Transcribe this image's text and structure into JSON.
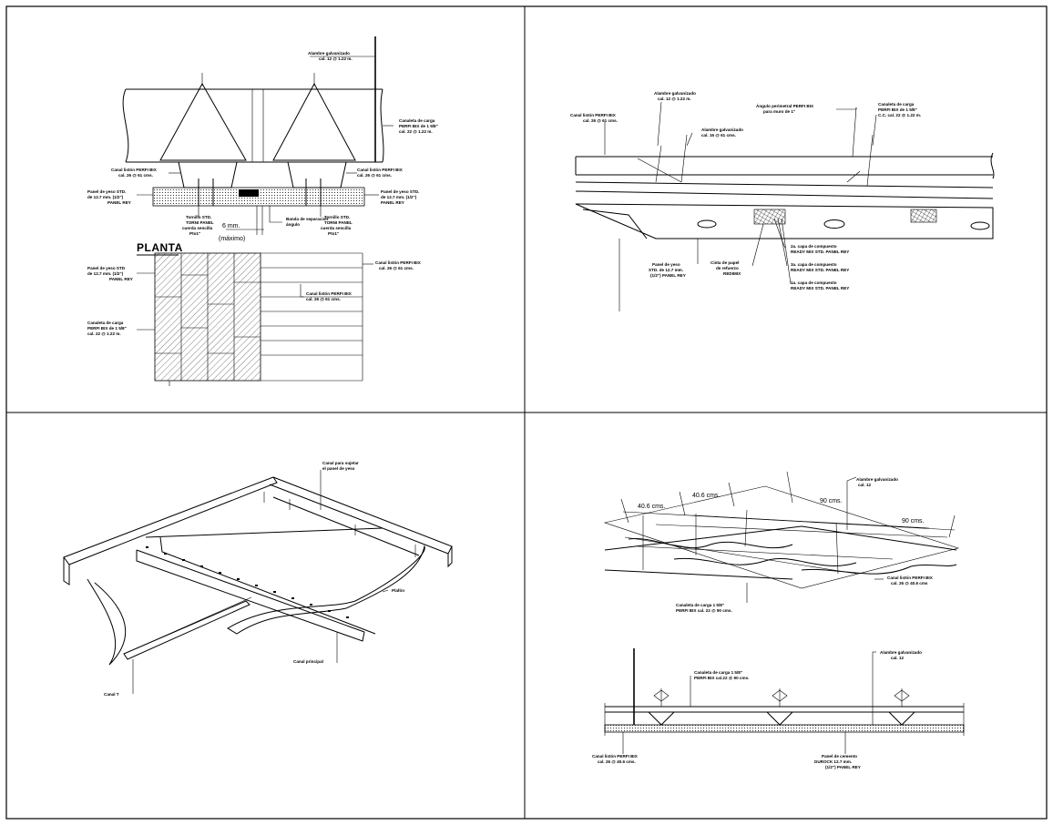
{
  "sheet": {
    "colors": {
      "line": "#000000",
      "paper": "#ffffff",
      "hatch": "#000000"
    }
  },
  "panel1": {
    "title": "PLANTA",
    "labels": {
      "alambre": "Alambre galvanizado",
      "alambre_sub": "cal. 12 @ 1.22 m.",
      "canaleta": "Canaleta de carga",
      "canaleta_sub1": "PERFI BIX de 1 5/8\"",
      "canaleta_sub2": "cal. 22 @ 1.22 m.",
      "canal_left": "Canal listón PERFI BIX",
      "canal_left_sub": "cal. 26 @ 61 cms.",
      "canal_right": "Canal listón PERFI BIX",
      "canal_right_sub": "cal. 26 @ 61 cms.",
      "panel_left": "Panel de yeso STD.",
      "panel_left_sub1": "de 12.7 mm. (1/2\")",
      "panel_left_sub2": "PANEL REY",
      "panel_right": "Panel de yeso STD.",
      "panel_right_sub1": "de 12.7 mm. (1/2\")",
      "panel_right_sub2": "PANEL REY",
      "tornillo_left": "Tornillo STD.",
      "tornillo_left_sub1": "TORNI PANEL",
      "tornillo_left_sub2": "cuerda sencilla",
      "tornillo_left_sub3": "Pto1\"",
      "banda": "Banda de separación",
      "banda_sub": "ángulo",
      "tornillo_right": "Tornillo STD.",
      "tornillo_right_sub1": "TORNI PANEL",
      "tornillo_right_sub2": "cuerda sencilla",
      "tornillo_right_sub3": "Pto1\"",
      "dim_max": "6 mm.",
      "dim_max_sub": "(máximo)",
      "plan_panel": "Panel de yeso STD",
      "plan_panel_sub1": "de 12.7 mm. (1/2\")",
      "plan_panel_sub2": "PANEL REY",
      "plan_canaleta": "Canaleta de carga",
      "plan_canaleta_sub1": "PERFI BIX de 1 5/8\"",
      "plan_canaleta_sub2": "cal. 22 @ 1.22 m.",
      "plan_canal_r": "Canal listón PERFI BIX",
      "plan_canal_r_sub": "cal. 26 @ 61 cms.",
      "plan_canal_m": "Canal listón PERFI BIX",
      "plan_canal_m_sub": "cal. 26 @ 61 cms."
    }
  },
  "panel2": {
    "labels": {
      "canal_liston": "Canal listón PERFI BIX",
      "canal_liston_sub": "cal. 26 @ 61 cms.",
      "alambre": "Alambre galvanizado",
      "alambre_sub": "cal. 12 @ 1.22 m.",
      "alambre2": "Alambre galvanizado",
      "alambre2_sub": "cal. 16 @ 61 cms.",
      "angulo": "Ángulo perimetral PERFI BIX",
      "angulo_sub": "para muro de 1\"",
      "canaleta": "Canaleta de carga",
      "canaleta_sub1": "PERFI BIX de 1 5/8\"",
      "canaleta_sub2": "C.C. cal. 22 @ 1.22 m.",
      "panel": "Panel de yeso",
      "panel_sub1": "STD. de 12.7 mm.",
      "panel_sub2": "(1/2\") PANEL REY",
      "cinta": "Cinta de papel",
      "cinta_sub1": "de refuerzo",
      "cinta_sub2": "REDIMIX",
      "capa2": "2a. capa de compuesto",
      "capa2_sub": "READY MIX STD. PANEL REY",
      "capa3": "3a. capa de compuesto",
      "capa3_sub": "READY MIX STD. PANEL REY",
      "capa1": "1a. capa de compuesto",
      "capa1_sub": "READY MIX STD. PANEL REY"
    }
  },
  "panel3": {
    "labels": {
      "canal_fijar": "Canal para sujetar",
      "canal_fijar_sub": "el panel de yeso",
      "plafon": "Plafón",
      "canal_principal": "Canal principal",
      "canal_t": "Canal T"
    }
  },
  "panel4": {
    "labels": {
      "dim1": "40.6 cms.",
      "dim2": "40.6 cms.",
      "dim3": "90 cms.",
      "dim4": "90 cms.",
      "alambre": "Alambre galvanizado",
      "alambre_sub": "cal. 12",
      "canal_liston": "Canal listón PERFI BIX",
      "canal_liston_sub": "cal. 26 @ 40.6 cms",
      "canaleta": "Canaleta de carga 1 5/8\"",
      "canaleta_sub": "PERFI BIX cal. 22 @ 90 cms.",
      "sec_canaleta": "Canaleta de carga 1 5/8\"",
      "sec_canaleta_sub": "PERFI BIX cal.22 @ 90 cms.",
      "sec_alambre": "Alambre galvanizado",
      "sec_alambre_sub": "cal. 12",
      "sec_canal": "Canal listón PERFI BIX",
      "sec_canal_sub": "cal. 26 @ 40.6 cms.",
      "sec_panel": "Panel de cemento",
      "sec_panel_sub1": "DUROCK 12.7 mm.",
      "sec_panel_sub2": "(1/2\") PANEL REY"
    }
  }
}
